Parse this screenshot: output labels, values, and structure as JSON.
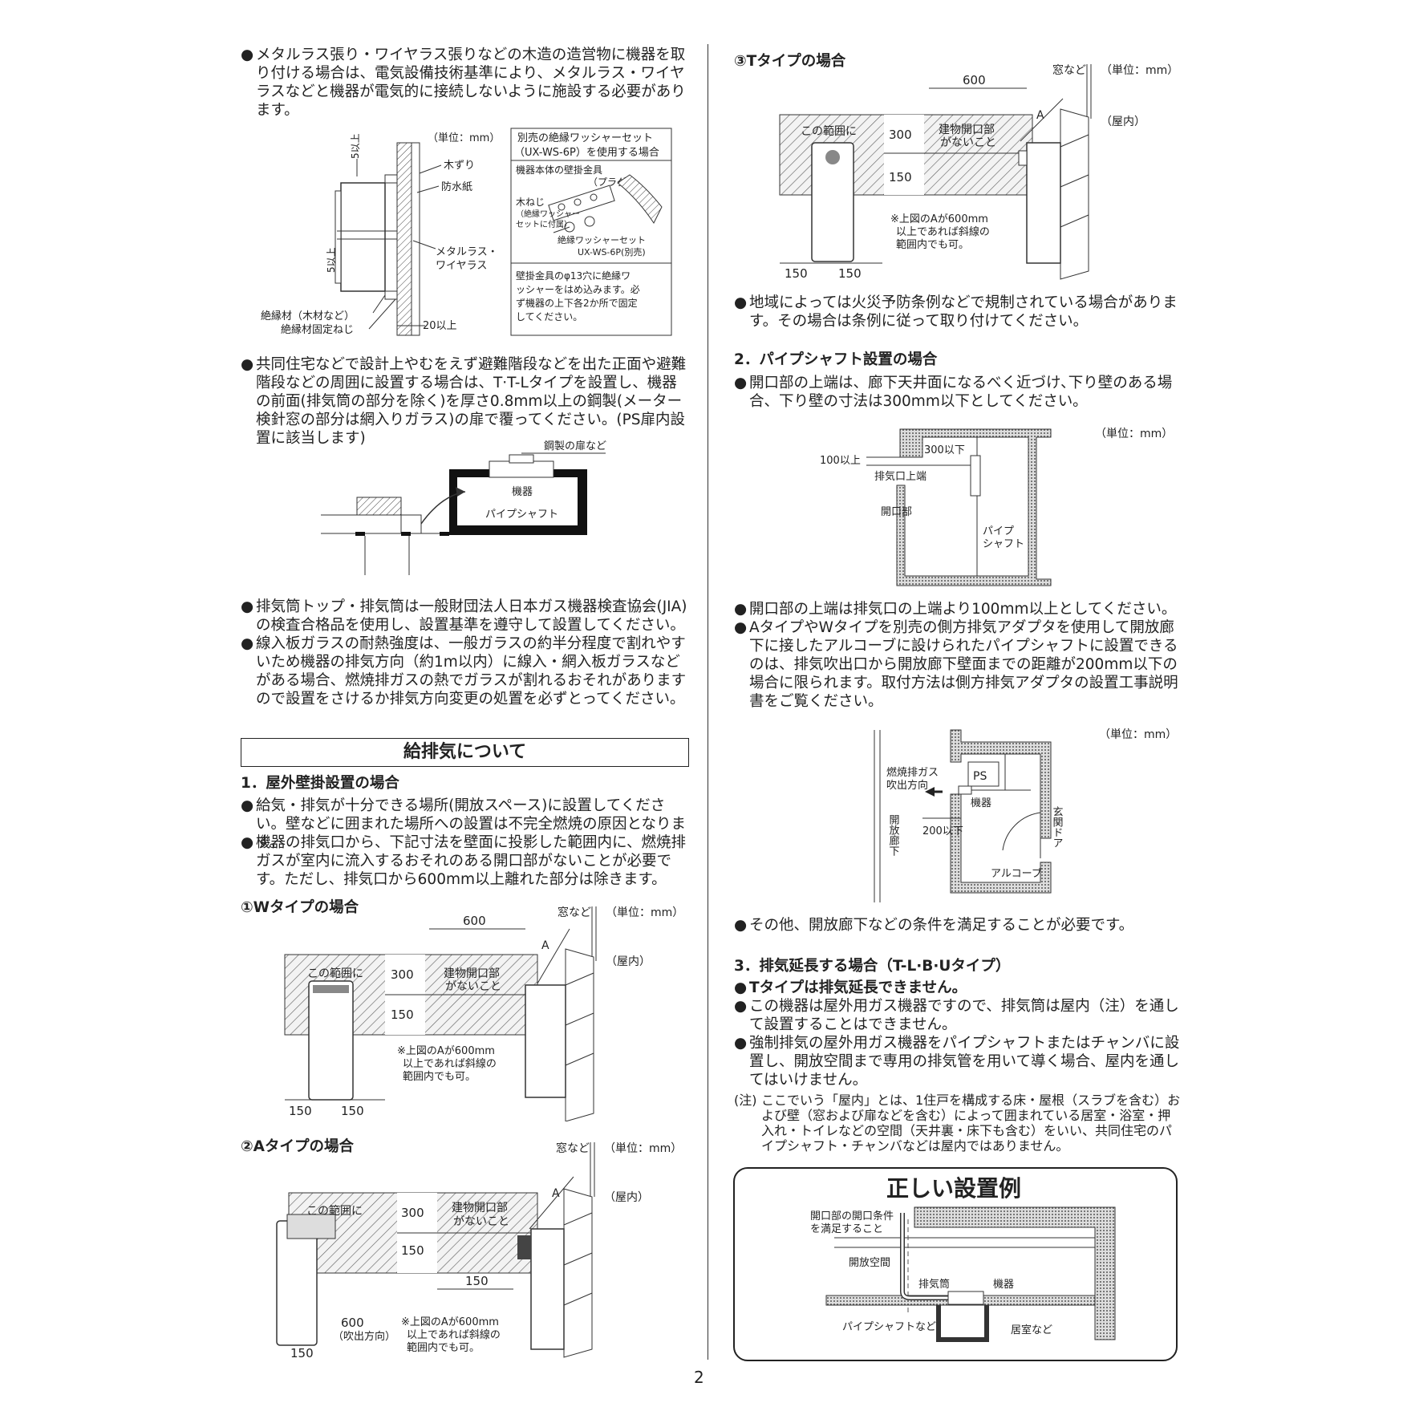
{
  "left": {
    "p1": "メタルラス張り・ワイヤラス張りなどの木造の造営物に機器を取り付ける場合は、電気設備技術基準により、メタルラス・ワイヤラスなどと機器が電気的に接続しないように施設する必要があります。",
    "fig1": {
      "unit": "（単位：mm）",
      "dim_top": "5以上",
      "dim_side": "5以上",
      "mokuzuri": "木ずり",
      "bousuishi": "防水紙",
      "metalras": "メタルラス・",
      "wireras": "ワイヤラス",
      "zetsuen": "絶縁材（木材など）",
      "zetsuen_neji": "絶縁材固定ねじ",
      "dim_20": "20以上",
      "box_title1": "別売の絶縁ワッシャーセット",
      "box_title2": "（UX-WS-6P）を使用する場合",
      "box_sub": "機器本体の壁掛金具",
      "plug": "（プラグ）",
      "mokuneji": "木ねじ",
      "mokuneji_note1": "（絶縁ワッシャー",
      "mokuneji_note2": "セットに付属）",
      "washer1": "絶縁ワッシャーセット",
      "washer2": "UX-WS-6P(別売)",
      "box_note1": "壁掛金具のφ13穴に絶縁ワ",
      "box_note2": "ッシャーをはめ込みます。必",
      "box_note3": "ず機器の上下各2か所で固定",
      "box_note4": "してください。"
    },
    "p2": "共同住宅などで設計上やむをえず避難階段などを出た正面や避難階段などの周囲に設置する場合は、T·T-Lタイプを設置し、機器の前面(排気筒の部分を除く)を厚さ0.8mm以上の鋼製(メーター検針窓の部分は網入りガラス)の扉で覆ってください。(PS扉内設置に該当します)",
    "fig2": {
      "door": "鋼製の扉など",
      "unit": "機器",
      "ps": "パイプシャフト"
    },
    "p3": "排気筒トップ・排気筒は一般財団法人日本ガス機器検査協会(JIA)の検査合格品を使用し、設置基準を遵守して設置してください。",
    "p4": "線入板ガラスの耐熱強度は、一般ガラスの約半分程度で割れやすいため機器の排気方向（約1m以内）に線入・網入板ガラスなどがある場合、燃焼排ガスの熱でガラスが割れるおそれがありますので設置をさけるか排気方向変更の処置を必ずとってください。",
    "section_title": "給排気について",
    "h1": "1．屋外壁掛設置の場合",
    "p5": "給気・排気が十分できる場所(開放スペース)に設置してください。壁などに囲まれた場所への設置は不完全燃焼の原因となります。",
    "p6": "機器の排気口から、下記寸法を壁面に投影した範囲内に、燃焼排ガスが室内に流入するおそれのある開口部がないことが必要です。ただし、排気口から600mm以上離れた部分は除きます。",
    "w_title": "①Wタイプの場合",
    "a_title": "②Aタイプの場合",
    "fig_w": {
      "mado": "窓など",
      "unit": "（単位：mm）",
      "d600": "600",
      "okunai": "（屋内）",
      "hanni": "この範囲に",
      "d300": "300",
      "kaikou1": "建物開口部",
      "kaikou2": "がないこと",
      "d150v": "150",
      "d150a": "150",
      "d150b": "150",
      "note1": "※上図のAが600mm",
      "note2": "以上であれば斜線の",
      "note3": "範囲内でも可。",
      "a": "A"
    },
    "fig_a": {
      "mado": "窓など",
      "unit": "（単位：mm）",
      "okunai": "（屋内）",
      "hanni": "この範囲に",
      "d300": "300",
      "kaikou1": "建物開口部",
      "kaikou2": "がないこと",
      "d150v": "150",
      "d150h": "150",
      "d600": "600",
      "fukide": "（吹出方向）",
      "d150b": "150",
      "note1": "※上図のAが600mm",
      "note2": "以上であれば斜線の",
      "note3": "範囲内でも可。",
      "a": "A"
    }
  },
  "right": {
    "t_title": "③Tタイプの場合",
    "fig_t": {
      "mado": "窓など",
      "unit": "（単位：mm）",
      "d600": "600",
      "okunai": "（屋内）",
      "hanni": "この範囲に",
      "d300": "300",
      "kaikou1": "建物開口部",
      "kaikou2": "がないこと",
      "d150v": "150",
      "d150a": "150",
      "d150b": "150",
      "note1": "※上図のAが600mm",
      "note2": "以上であれば斜線の",
      "note3": "範囲内でも可。",
      "a": "A"
    },
    "p1": "地域によっては火災予防条例などで規制されている場合があります。その場合は条例に従って取り付けてください。",
    "h2": "2．パイプシャフト設置の場合",
    "p2": "開口部の上端は、廊下天井面になるべく近づけ､下り壁のある場合、下り壁の寸法は300mm以下としてください｡",
    "fig_ps": {
      "unit": "（単位：mm）",
      "d100": "100以上",
      "d300": "300以下",
      "haiki": "排気口上端",
      "kaikoubu": "開口部",
      "pipe1": "パイプ",
      "pipe2": "シャフト"
    },
    "p3": "開口部の上端は排気口の上端より100mm以上としてください。",
    "p4": "AタイプやWタイプを別売の側方排気アダプタを使用して開放廊下に接したアルコーブに設けられたパイプシャフトに設置できるのは、排気吹出口から開放廊下壁面までの距離が200mm以下の場合に限られます。取付方法は側方排気アダプタの設置工事説明書をご覧ください。",
    "fig_alc": {
      "unit": "（単位：mm）",
      "exhaust1": "燃焼排ガス",
      "exhaust2": "吹出方向",
      "ps": "PS",
      "kiki": "機器",
      "corridor": "開放廊下",
      "d200": "200以下",
      "door": "玄関ドア",
      "alcove": "アルコーブ"
    },
    "p5": "その他、開放廊下などの条件を満足することが必要です。",
    "h3": "3．排気延長する場合（T-L·B·Uタイプ）",
    "p6": "Tタイプは排気延長できません。",
    "p7": "この機器は屋外用ガス機器ですので、排気筒は屋内（注）を通して設置することはできません。",
    "p8": "強制排気の屋外用ガス機器をパイプシャフトまたはチャンバに設置し、開放空間まで専用の排気管を用いて導く場合、屋内を通してはいけません。",
    "note_label": "(注)",
    "note": "ここでいう「屋内」とは、1住戸を構成する床・屋根（スラブを含む）および壁（窓および扉などを含む）によって囲まれている居室・浴室・押入れ・トイレなどの空間（天井裏・床下も含む）をいい、共同住宅のパイプシャフト・チャンバなどは屋内ではありません。",
    "good_title": "正しい設置例",
    "fig_good": {
      "cond1": "開口部の開口条件",
      "cond2": "を満足すること",
      "open": "開放空間",
      "duct": "排気筒",
      "kiki": "機器",
      "ps": "パイプシャフトなど",
      "room": "居室など"
    }
  },
  "page_number": "2"
}
